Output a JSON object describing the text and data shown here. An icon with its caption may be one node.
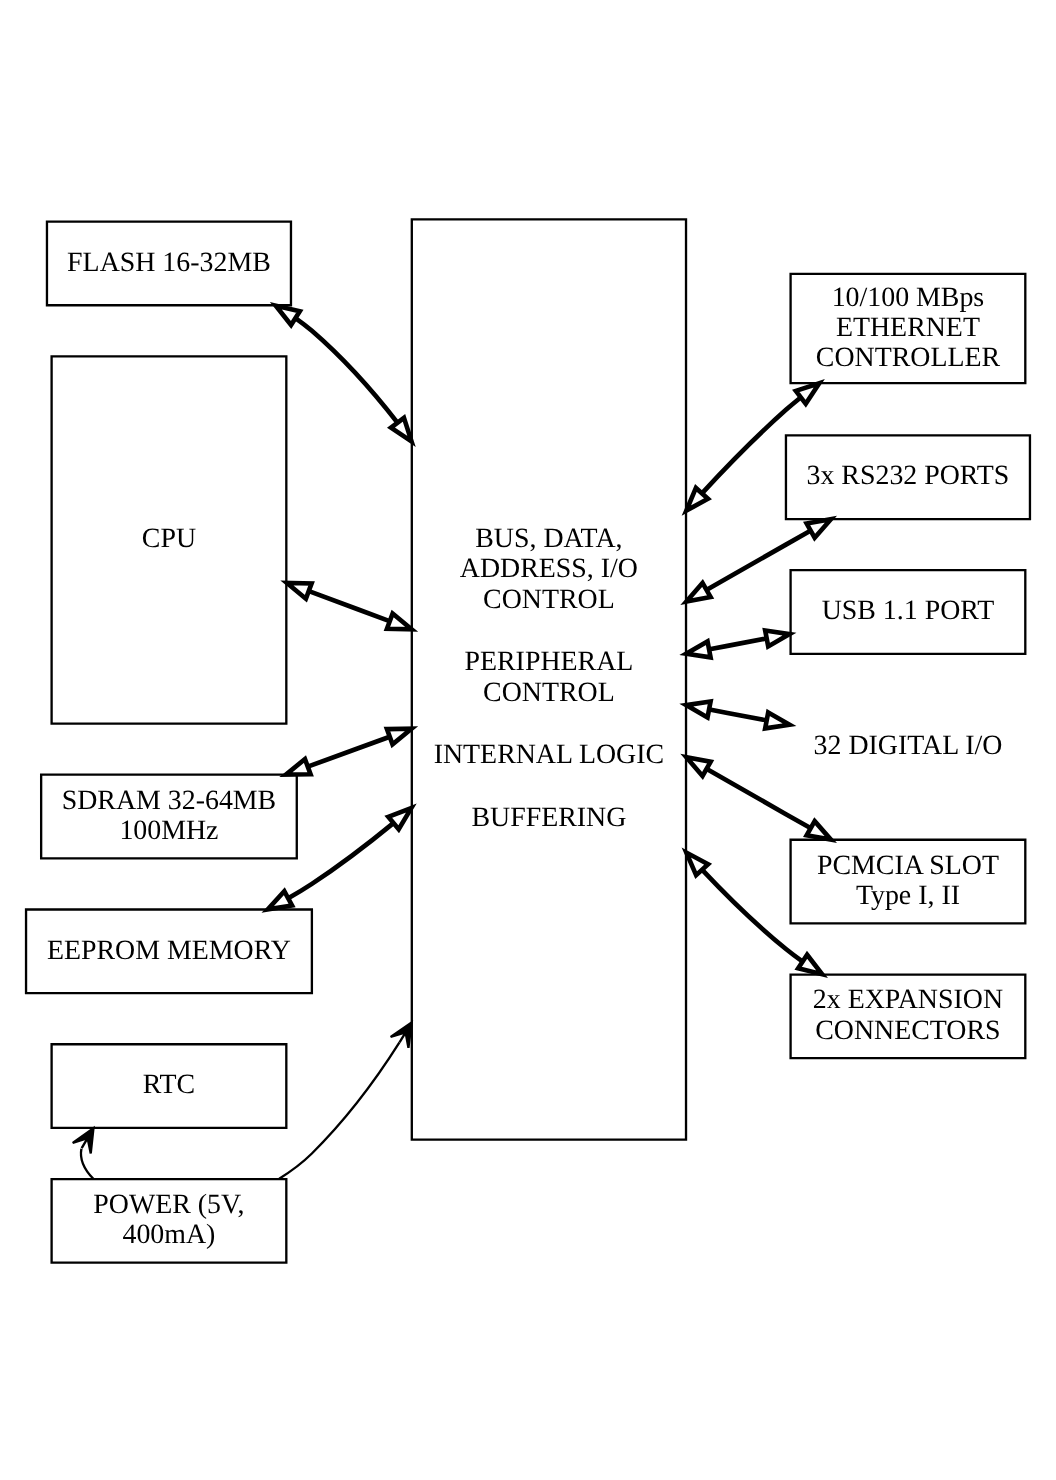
{
  "diagram": {
    "nodes": [
      {
        "text": [
          "FLASH 16-32MB"
        ]
      },
      {
        "text": [
          "CPU"
        ]
      },
      {
        "text": [
          "SDRAM 32-64MB 100MHz"
        ]
      },
      {
        "text": [
          "EEPROM MEMORY"
        ]
      },
      {
        "text": [
          "RTC"
        ]
      },
      {
        "text": [
          "BUS, DATA, ADDRESS, I/O CONTROL",
          "PERIPHERAL CONTROL",
          "INTERNAL LOGIC",
          "BUFFERING"
        ]
      },
      {
        "text": [
          "10/100 MBps ETHERNET CONTROLLER"
        ]
      },
      {
        "text": [
          "3x RS232 PORTS"
        ]
      },
      {
        "text": [
          "USB 1.1 PORT"
        ]
      },
      {
        "text": [
          "32 DIGITAL I/O"
        ]
      },
      {
        "text": [
          "PCMCIA SLOT Type I, II"
        ]
      },
      {
        "text": [
          "2x EXPANSION CONNECTORS"
        ]
      },
      {
        "text": [
          "POWER (5V, 400mA)"
        ]
      }
    ],
    "edges": [
      {
        "from": 0,
        "to": 5,
        "arrow": "both"
      },
      {
        "from": 1,
        "to": 5,
        "arrow": "both"
      },
      {
        "from": 2,
        "to": 5,
        "arrow": "both"
      },
      {
        "from": 3,
        "to": 5,
        "arrow": "both"
      },
      {
        "from": 5,
        "to": 6,
        "arrow": "both"
      },
      {
        "from": 5,
        "to": 7,
        "arrow": "both"
      },
      {
        "from": 5,
        "to": 8,
        "arrow": "both"
      },
      {
        "from": 5,
        "to": 9,
        "arrow": "both"
      },
      {
        "from": 5,
        "to": 10,
        "arrow": "both"
      },
      {
        "from": 5,
        "to": 11,
        "arrow": "both"
      },
      {
        "from": 12,
        "to": 5,
        "arrow": "to"
      },
      {
        "from": 12,
        "to": 4,
        "arrow": "to"
      }
    ]
  }
}
